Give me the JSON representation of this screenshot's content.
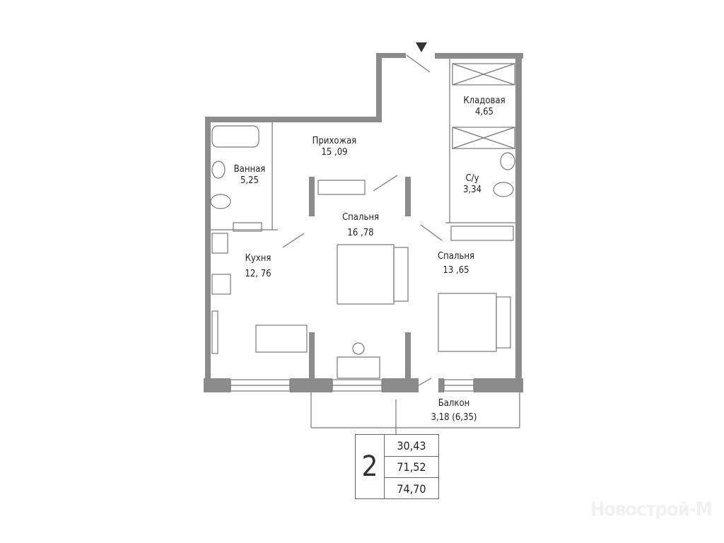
{
  "rooms": {
    "hall": {
      "name": "Прихожая",
      "area": "15 ,09"
    },
    "storage": {
      "name": "Кладовая",
      "area": "4,65"
    },
    "bathroom": {
      "name": "Ванная",
      "area": "5,25"
    },
    "wc": {
      "name": "С/у",
      "area": "3,34"
    },
    "bedroom1": {
      "name": "Спальня",
      "area": "16 ,78"
    },
    "kitchen": {
      "name": "Кухня",
      "area": "12, 76"
    },
    "bedroom2": {
      "name": "Спальня",
      "area": "13 ,65"
    },
    "balcony": {
      "name": "Балкон",
      "area": "3,18 (6,35)"
    }
  },
  "summary": {
    "room_count": "2",
    "living_area": "30,43",
    "total_area": "71,52",
    "total_with_balcony": "74,70"
  },
  "watermark": "Новострой-М",
  "colors": {
    "wall": "#8c8c8c",
    "line": "#777777"
  }
}
